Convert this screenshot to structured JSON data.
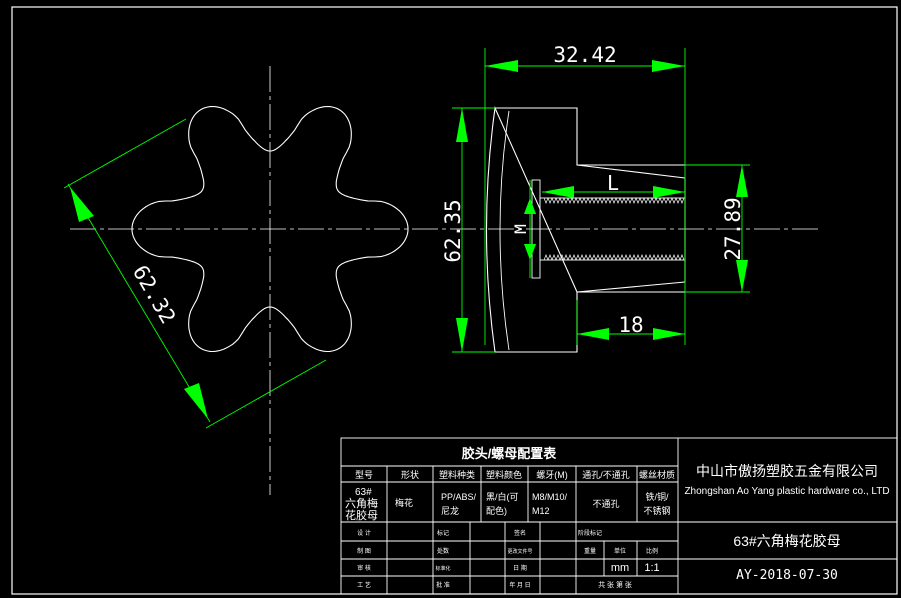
{
  "drawing": {
    "dimensions": {
      "width_diag": "62.32",
      "total_length": "32.42",
      "height": "62.35",
      "boss_dia": "27.89",
      "thread_depth": "L",
      "boss_length": "18",
      "thread": "M"
    }
  },
  "title_block": {
    "table_title": "胶头/螺母配置表",
    "headers": [
      "型号",
      "形状",
      "塑料种类",
      "塑料颜色",
      "螺牙(M)",
      "通孔/不通孔",
      "螺丝材质"
    ],
    "row": {
      "model_line1": "63#",
      "model_line2": "六角梅",
      "model_line3": "花胶母",
      "shape": "梅花",
      "material_line1": "PP/ABS/",
      "material_line2": "尼龙",
      "color_line1": "黑/白(可",
      "color_line2": "配色)",
      "thread_line1": "M8/M10/",
      "thread_line2": "M12",
      "hole": "不通孔",
      "screw_line1": "铁/铜/",
      "screw_line2": "不锈钢"
    },
    "sign_labels": [
      "设 计",
      "制 图",
      "审 核",
      "工 艺"
    ],
    "mid_labels": [
      "标记",
      "处数",
      "标准化",
      "批 准"
    ],
    "right_labels": [
      "更改文件号",
      "签名",
      "日 期",
      "年 月 日"
    ],
    "info_labels": [
      "阶段标记",
      "重量",
      "单位",
      "比例"
    ],
    "unit": "mm",
    "scale": "1:1",
    "sheet_label": "共 张 第 张",
    "company_cn": "中山市傲扬塑胶五金有限公司",
    "company_en": "Zhongshan Ao Yang plastic hardware co., LTD",
    "part_name": "63#六角梅花胶母",
    "drawing_no": "AY-2018-07-30"
  }
}
